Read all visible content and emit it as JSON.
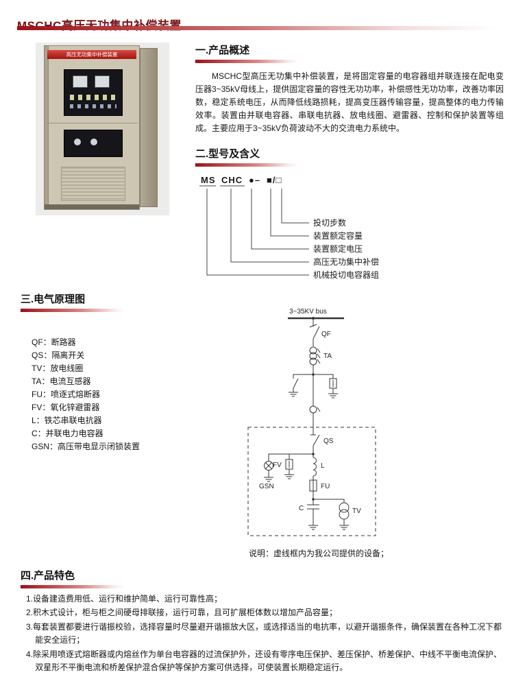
{
  "page": {
    "title": "MSCHC高压无功集中补偿装置"
  },
  "cabinet": {
    "banner": "高压无功集中补偿装置"
  },
  "overview": {
    "heading": "一.产品概述",
    "body": "MSCHC型高压无功集中补偿装置，是将固定容量的电容器组并联连接在配电变压器3~35kV母线上，提供固定容量的容性无功功率，补偿感性无功功率，改善功率因数，稳定系统电压，从而降低线路损耗，提高变压器传输容量，提高整体的电力传输效率。装置由并联电容器、串联电抗器、放电线圈、避雷器、控制和保护装置等组成。主要应用于3~35kV负荷波动不大的交流电力系统中。"
  },
  "model": {
    "heading": "二.型号及含义",
    "code": {
      "ms": "MS",
      "chc": "CHC",
      "dot": "●–",
      "squares": "■/□"
    },
    "labels": [
      "投切步数",
      "装置额定容量",
      "装置额定电压",
      "高压无功集中补偿",
      "机械投切电容器组"
    ]
  },
  "schematic": {
    "heading": "三.电气原理图",
    "legend": [
      "QF：断路器",
      "QS：隔离开关",
      "TV：放电线圈",
      "TA：电流互感器",
      "FU：喷逐式熔断器",
      "FV：氧化锌避雷器",
      "L：铁芯串联电抗器",
      "C：并联电力电容器",
      "GSN：高压带电显示闭锁装置"
    ],
    "bus_label": "3~35KV bus",
    "component_labels": {
      "qf": "QF",
      "ta": "TA",
      "qs": "QS",
      "fv": "FV",
      "l": "L",
      "fu": "FU",
      "c": "C",
      "tv": "TV",
      "gsn": "GSN"
    },
    "caption": "说明：虚线框内为我公司提供的设备；"
  },
  "features": {
    "heading": "四.产品特色",
    "items": [
      "1.设备建造费用低、运行和维护简单、运行可靠性高；",
      "2.积木式设计，柜与柜之间硬母排联接，运行可靠，且可扩展柜体数以增加产品容量；",
      "3.每套装置都要进行谐振校验，选择容量时尽量避开谐振放大区，或选择适当的电抗率，以避开谐振条件，确保装置在各种工况下都能安全运行；",
      "4.除采用喷逐式熔断器或内熔丝作为单台电容器的过流保护外，还设有零序电压保护、差压保护、桥差保护、中线不平衡电流保护、双星形不平衡电流和桥差保护混合保护等保护方案可供选择，可使装置长期稳定运行。"
    ]
  },
  "colors": {
    "accent": "#9b1218",
    "title": "#7a1216"
  }
}
